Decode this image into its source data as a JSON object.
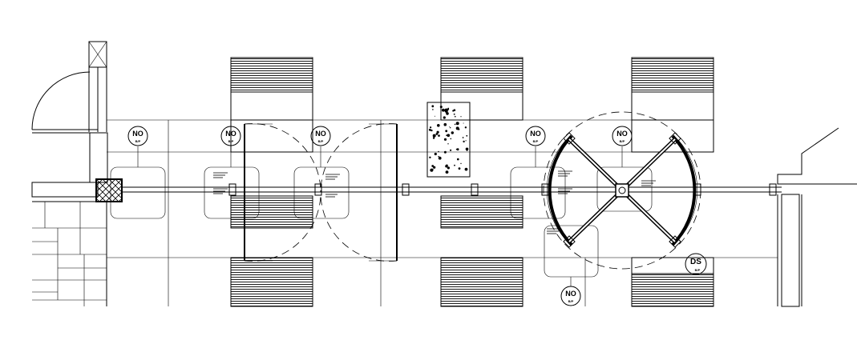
{
  "tags": [
    {
      "id": "tag-1",
      "code": "NO",
      "sub": "B/P"
    },
    {
      "id": "tag-2",
      "code": "NO",
      "sub": "B/P"
    },
    {
      "id": "tag-3",
      "code": "NO",
      "sub": "B/P"
    },
    {
      "id": "tag-4",
      "code": "NO",
      "sub": "B/P"
    },
    {
      "id": "tag-5",
      "code": "NO",
      "sub": "B/P"
    },
    {
      "id": "tag-6",
      "code": "NO",
      "sub": "B/P"
    },
    {
      "id": "tag-7",
      "code": "DS",
      "sub": "B/P"
    }
  ],
  "colors": {
    "line": "#000000",
    "background": "#ffffff"
  }
}
